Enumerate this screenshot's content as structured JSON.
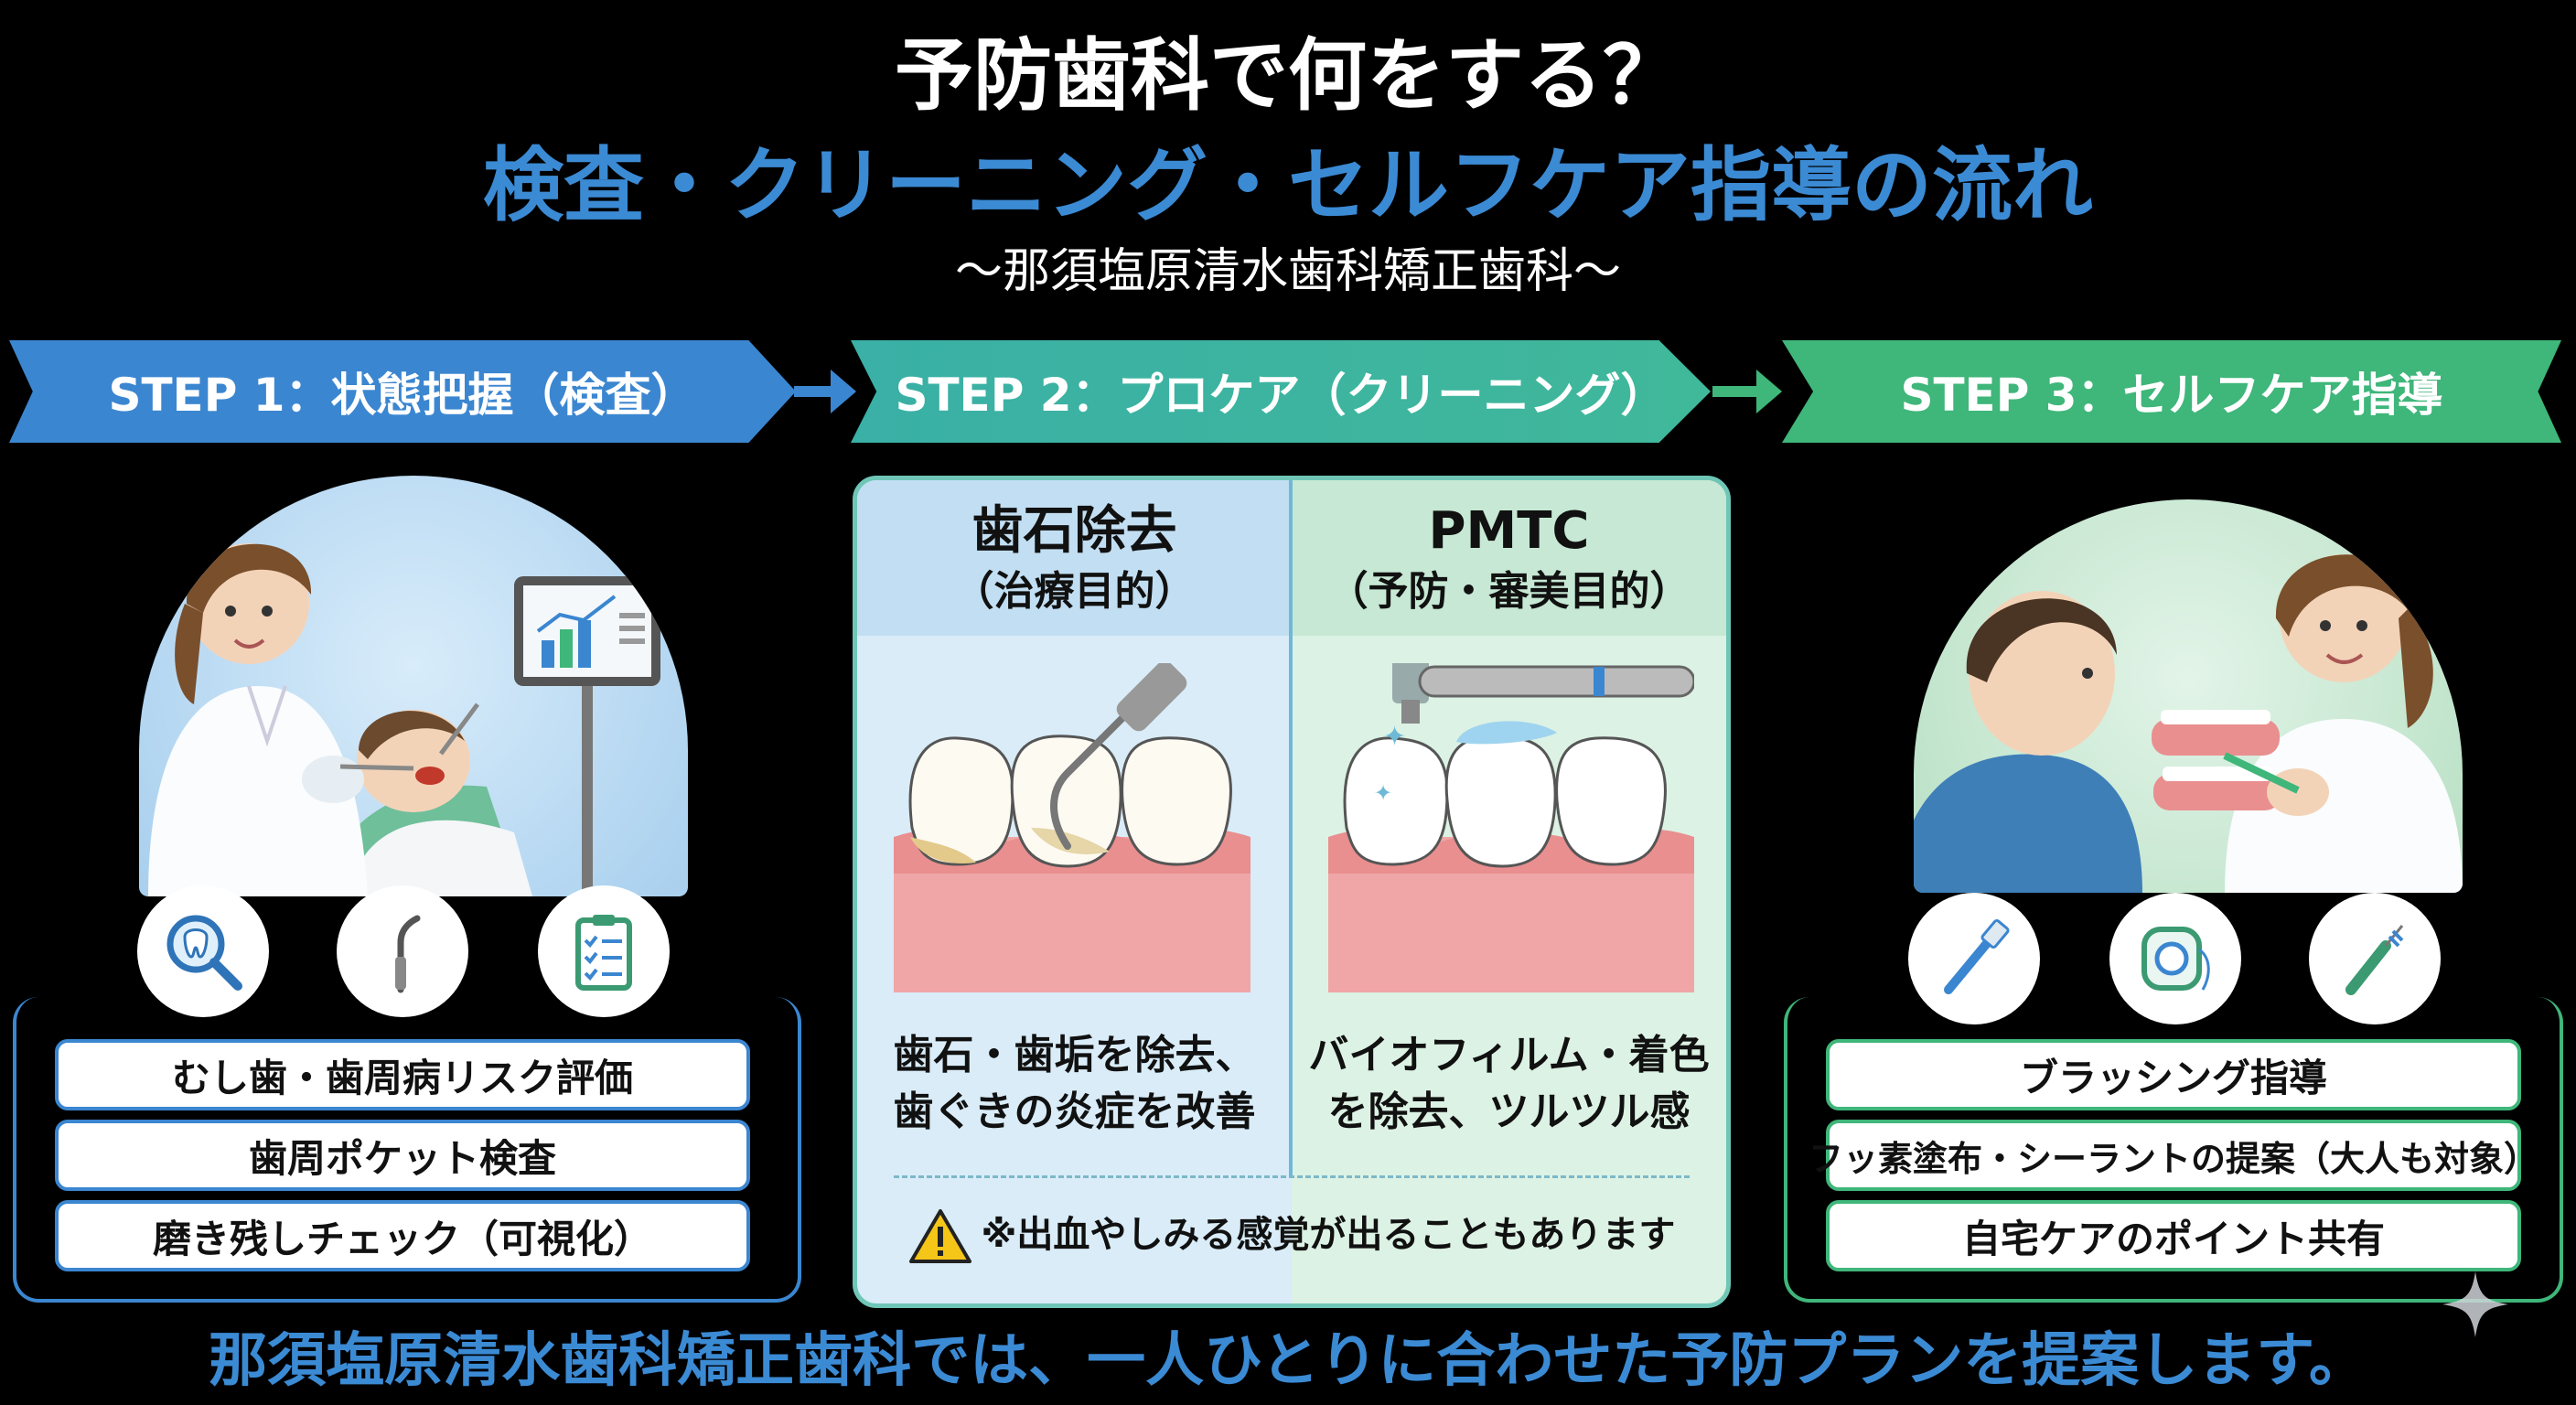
{
  "header": {
    "title": "予防歯科で何をする？",
    "headline": "検査・クリーニング・セルフケア指導の流れ",
    "clinic": "〜那須塩原清水歯科矯正歯科〜"
  },
  "steps": [
    {
      "label": "STEP 1：状態把握（検査）",
      "color": "#3b86d0",
      "icons": [
        "tooth-magnifier-icon",
        "dental-probe-icon",
        "clipboard-checklist-icon"
      ],
      "items": [
        "むし歯・歯周病リスク評価",
        "歯周ポケット検査",
        "磨き残しチェック（可視化）"
      ]
    },
    {
      "label": "STEP 2：プロケア（クリーニング）",
      "color": "#3ab0a6",
      "left": {
        "title": "歯石除去",
        "subtitle": "（治療目的）",
        "desc_line1": "歯石・歯垢を除去、",
        "desc_line2": "歯ぐきの炎症を改善"
      },
      "right": {
        "title": "PMTC",
        "subtitle": "（予防・審美目的）",
        "desc_line1": "バイオフィルム・着色",
        "desc_line2": "を除去、ツルツル感"
      },
      "warning": "※出血やしみる感覚が出ることもあります"
    },
    {
      "label": "STEP 3：セルフケア指導",
      "color": "#3fb67a",
      "icons": [
        "toothbrush-icon",
        "dental-floss-icon",
        "interdental-brush-icon"
      ],
      "items": [
        "ブラッシング指導",
        "フッ素塗布・シーラントの提案（大人も対象）",
        "自宅ケアのポイント共有"
      ]
    }
  ],
  "footer": {
    "message": "那須塩原清水歯科矯正歯科では、一人ひとりに合わせた予防プランを提案します。"
  }
}
